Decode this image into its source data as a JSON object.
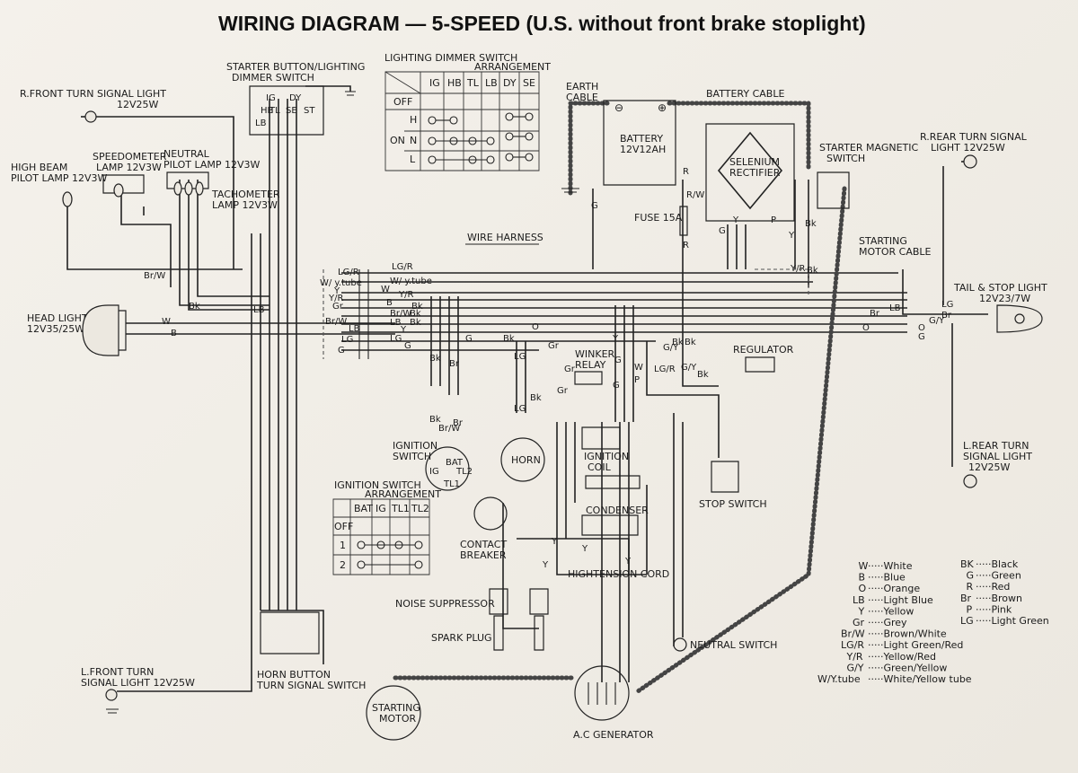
{
  "title": "WIRING  DIAGRAM — 5-SPEED (U.S. without front brake stoplight)",
  "components": {
    "r_front_turn": [
      "R.FRONT TURN SIGNAL LIGHT",
      "12V25W"
    ],
    "starter_button": [
      "STARTER BUTTON/LIGHTING",
      "DIMMER SWITCH"
    ],
    "speedometer": [
      "SPEEDOMETER",
      "LAMP 12V3W"
    ],
    "neutral_pilot": [
      "NEUTRAL",
      "PILOT LAMP 12V3W"
    ],
    "high_beam": [
      "HIGH BEAM",
      "PILOT LAMP 12V3W"
    ],
    "tachometer": [
      "TACHOMETER",
      "LAMP 12V3W"
    ],
    "head_light": [
      "HEAD LIGHT",
      "12V35/25W"
    ],
    "earth_cable": [
      "EARTH",
      "CABLE"
    ],
    "battery_cable": "BATTERY CABLE",
    "battery": [
      "BATTERY",
      "12V12AH"
    ],
    "selenium": [
      "SELENIUM",
      "RECTIFIER"
    ],
    "starter_magnetic": [
      "STARTER MAGNETIC",
      "SWITCH"
    ],
    "r_rear_turn": [
      "R.REAR TURN SIGNAL",
      "LIGHT 12V25W"
    ],
    "fuse": "FUSE 15A",
    "wire_harness": "WIRE HARNESS",
    "starting_motor_cable": [
      "STARTING",
      "MOTOR CABLE"
    ],
    "tail_stop": [
      "TAIL & STOP LIGHT",
      "12V23/7W"
    ],
    "winker_relay": [
      "WINKER",
      "RELAY"
    ],
    "regulator": "REGULATOR",
    "ignition_switch": [
      "IGNITION",
      "SWITCH"
    ],
    "horn": "HORN",
    "ignition_coil": [
      "IGNITION",
      "COIL"
    ],
    "condenser": "CONDENSER",
    "contact_breaker": [
      "CONTACT",
      "BREAKER"
    ],
    "stop_switch": "STOP SWITCH",
    "l_rear_turn": [
      "L.REAR TURN",
      "SIGNAL LIGHT",
      "12V25W"
    ],
    "hightension": "HIGHTENSION CORD",
    "noise_suppressor": "NOISE SUPPRESSOR",
    "spark_plug": "SPARK PLUG",
    "neutral_switch": "NEUTRAL SWITCH",
    "horn_button": [
      "HORN BUTTON",
      "TURN SIGNAL SWITCH"
    ],
    "l_front_turn": [
      "L.FRONT TURN",
      "SIGNAL LIGHT 12V25W"
    ],
    "starting_motor": [
      "STARTING",
      "MOTOR"
    ],
    "ac_generator": "A.C GENERATOR"
  },
  "dimmer_table": {
    "title": [
      "LIGHTING DIMMER SWITCH",
      "ARRANGEMENT"
    ],
    "headers": [
      "",
      "",
      "IG",
      "HB",
      "TL",
      "LB",
      "DY",
      "SE"
    ],
    "rows": [
      {
        "group": "OFF",
        "pos": ""
      },
      {
        "group": "",
        "pos": "H"
      },
      {
        "group": "ON",
        "pos": "N"
      },
      {
        "group": "",
        "pos": "L"
      }
    ]
  },
  "ignition_table": {
    "title": [
      "IGNITION SWITCH",
      "ARRANGEMENT"
    ],
    "headers": [
      "",
      "BAT",
      "IG",
      "TL1",
      "TL2"
    ],
    "rows": [
      "OFF",
      "1",
      "2"
    ]
  },
  "terminal_labels": {
    "ig_switch": [
      "IG",
      "BAT",
      "TL2",
      "TL1"
    ],
    "starter_sw": [
      "IG",
      "HB",
      "DY",
      "TL",
      "SE",
      "LB",
      "ST"
    ]
  },
  "wire_labels": {
    "left": [
      "LG/R",
      "W/ y.tube",
      "Y",
      "Y/R",
      "Gr",
      "Br/W",
      "LB",
      "LG",
      "G",
      "W",
      "B",
      "LB",
      "Br/W",
      "Bk"
    ],
    "harness": [
      "LG/R",
      "W/ y.tube",
      "Y/R",
      "Bk",
      "Br/W",
      "Bk",
      "Bk",
      "LB",
      "Y",
      "LG",
      "G",
      "O",
      "Bk",
      "G",
      "W",
      "B"
    ],
    "right": [
      "Br",
      "LB",
      "LG",
      "O",
      "G/Y",
      "Br",
      "O",
      "G"
    ],
    "misc": [
      "G",
      "R",
      "R/W",
      "R",
      "Y",
      "G",
      "P",
      "Bk",
      "Y/R",
      "Bk",
      "Y",
      "Br/W",
      "Gr",
      "Gr",
      "Gr",
      "Bk",
      "LG",
      "LG",
      "Bk",
      "Br",
      "Bk",
      "Y",
      "G",
      "Y",
      "Br",
      "Y",
      "G/Y",
      "LG/R",
      "Bk",
      "W",
      "P",
      "G",
      "Bk",
      "G/Y",
      "Bk",
      "Y",
      "Y"
    ]
  },
  "legend": [
    {
      "code": "W",
      "name": "White"
    },
    {
      "code": "B",
      "name": "Blue"
    },
    {
      "code": "O",
      "name": "Orange"
    },
    {
      "code": "LB",
      "name": "Light Blue"
    },
    {
      "code": "Y",
      "name": "Yellow"
    },
    {
      "code": "Gr",
      "name": "Grey"
    },
    {
      "code": "Br/W",
      "name": "Brown/White"
    },
    {
      "code": "LG/R",
      "name": "Light Green/Red"
    },
    {
      "code": "Y/R",
      "name": "Yellow/Red"
    },
    {
      "code": "G/Y",
      "name": "Green/Yellow"
    },
    {
      "code": "W/Y.tube",
      "name": "White/Yellow  tube"
    }
  ],
  "legend2": [
    {
      "code": "BK",
      "name": "Black"
    },
    {
      "code": "G",
      "name": "Green"
    },
    {
      "code": "R",
      "name": "Red"
    },
    {
      "code": "Br",
      "name": "Brown"
    },
    {
      "code": "P",
      "name": "Pink"
    },
    {
      "code": "LG",
      "name": "Light Green"
    }
  ],
  "colors": {
    "paper": "#f1eee8",
    "ink": "#1b1b1b"
  }
}
